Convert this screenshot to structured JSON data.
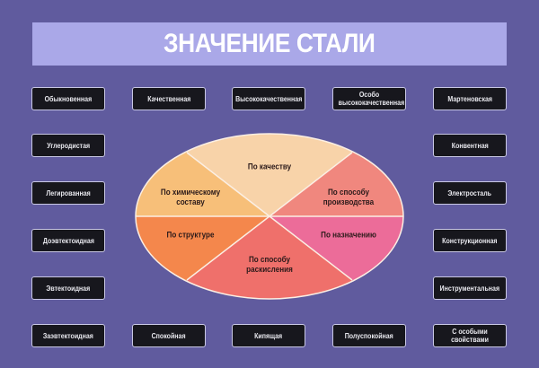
{
  "title": "ЗНАЧЕНИЕ СТАЛИ",
  "colors": {
    "background": "#605B9E",
    "banner": "#AAA8E8",
    "box_fill": "#17171D",
    "box_border": "#C9C8E4"
  },
  "boxes": {
    "top": [
      "Обыкновенная",
      "Качественная",
      "Высококачественная",
      "Особо высококачественная",
      "Мартеновская"
    ],
    "left": [
      "Углеродистая",
      "Легированная",
      "Доэвтектоидная",
      "Эвтектоидная"
    ],
    "right": [
      "Конвентная",
      "Электросталь",
      "Конструкционная",
      "Инструментальная"
    ],
    "bottom": [
      "Заэвтектоидная",
      "Спокойная",
      "Кипящая",
      "Полуспокойная",
      "С особыми свойствами"
    ]
  },
  "center": {
    "segments": [
      {
        "label": "По качеству",
        "color": "#F8D3A9"
      },
      {
        "label": "По способу производства",
        "color": "#F0877E"
      },
      {
        "label": "По назначению",
        "color": "#EC6C99"
      },
      {
        "label": "По способу раскисления",
        "color": "#EF706B"
      },
      {
        "label": "По структуре",
        "color": "#F4874C"
      },
      {
        "label": "По химическому составу",
        "color": "#F7BF79"
      }
    ]
  }
}
